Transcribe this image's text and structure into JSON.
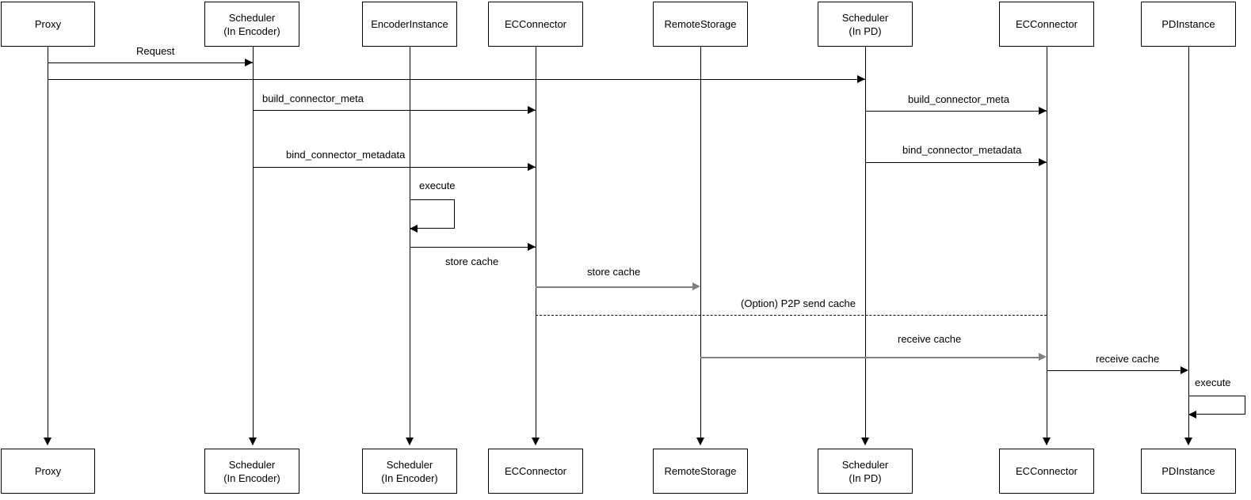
{
  "diagram": {
    "type": "sequence-diagram",
    "title": "",
    "participants": [
      {
        "id": "proxy",
        "top_label": "Proxy",
        "bottom_label": "Proxy"
      },
      {
        "id": "sched_enc",
        "top_label": "Scheduler\n(In Encoder)",
        "bottom_label": "Scheduler\n(In Encoder)"
      },
      {
        "id": "encoder_inst",
        "top_label": "EncoderInstance",
        "bottom_label": "Scheduler\n(In Encoder)"
      },
      {
        "id": "ecc_left",
        "top_label": "ECConnector",
        "bottom_label": "ECConnector"
      },
      {
        "id": "remote",
        "top_label": "RemoteStorage",
        "bottom_label": "RemoteStorage"
      },
      {
        "id": "sched_pd",
        "top_label": "Scheduler\n(In PD)",
        "bottom_label": "Scheduler\n(In PD)"
      },
      {
        "id": "ecc_right",
        "top_label": "ECConnector",
        "bottom_label": "ECConnector"
      },
      {
        "id": "pd_inst",
        "top_label": "PDInstance",
        "bottom_label": "PDInstance"
      }
    ],
    "messages": [
      {
        "id": "m1",
        "label": "Request",
        "from": "proxy",
        "to": "sched_enc",
        "style": "solid"
      },
      {
        "id": "m2",
        "label": "",
        "from": "proxy",
        "to": "sched_pd",
        "style": "solid"
      },
      {
        "id": "m3",
        "label": "build_connector_meta",
        "from": "sched_enc",
        "to": "ecc_left",
        "style": "solid"
      },
      {
        "id": "m4",
        "label": "build_connector_meta",
        "from": "sched_pd",
        "to": "ecc_right",
        "style": "solid"
      },
      {
        "id": "m5",
        "label": "bind_connector_metadata",
        "from": "sched_enc",
        "to": "ecc_left",
        "style": "solid"
      },
      {
        "id": "m6",
        "label": "bind_connector_metadata",
        "from": "sched_pd",
        "to": "ecc_right",
        "style": "solid"
      },
      {
        "id": "m7",
        "label": "execute",
        "from": "encoder_inst",
        "to": "encoder_inst",
        "style": "self"
      },
      {
        "id": "m8",
        "label": "store cache",
        "from": "encoder_inst",
        "to": "ecc_left",
        "style": "solid"
      },
      {
        "id": "m9",
        "label": "store cache",
        "from": "ecc_left",
        "to": "remote",
        "style": "highlight"
      },
      {
        "id": "m10",
        "label": "(Option) P2P send cache",
        "from": "ecc_left",
        "to": "ecc_right",
        "style": "dashed"
      },
      {
        "id": "m11",
        "label": "receive cache",
        "from": "remote",
        "to": "ecc_right",
        "style": "highlight"
      },
      {
        "id": "m12",
        "label": "receive cache",
        "from": "ecc_right",
        "to": "pd_inst",
        "style": "solid"
      },
      {
        "id": "m13",
        "label": "execute",
        "from": "pd_inst",
        "to": "pd_inst",
        "style": "self"
      }
    ],
    "colors": {
      "stroke": "#000000",
      "highlight": "#808080",
      "background": "#ffffff"
    }
  }
}
